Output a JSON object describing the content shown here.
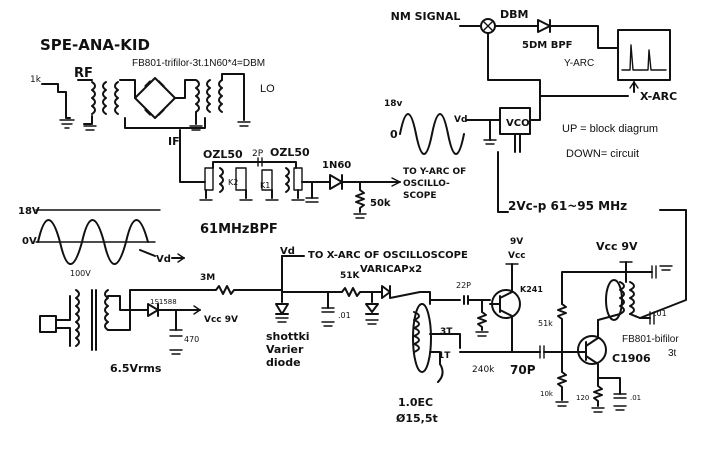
{
  "title": "SPE-ANA-KID",
  "top_circuit": {
    "rf_label": "RF",
    "rf_in": "1k",
    "transformer_note": "FB801-trifilor-3t.1N60*4=DBM",
    "lo_label": "LO",
    "if_label": "IF",
    "filter_left": "OZL50",
    "filter_right": "OZL50",
    "cap_2p": "2P",
    "k2_label": "K2",
    "k1_label": "K1",
    "diode": "1N60",
    "to_y_arc": "TO Y-ARC OF OSCILLO-SCOPE",
    "res_50k": "50k",
    "bpf_label": "61MHzBPF"
  },
  "block_diagram": {
    "signal": "NM SIGNAL",
    "dbm": "DBM",
    "bpf": "5DM BPF",
    "y_arc": "Y-ARC",
    "x_arc": "X-ARC",
    "vco": "VCO",
    "v_18": "18v",
    "v_0": "0",
    "vd": "Vd",
    "legend_up": "UP = block diagrum",
    "legend_down": "DOWN= circuit",
    "vco_range": "2Vc-p  61~95 MHz"
  },
  "lower_circuit": {
    "wave_18v": "18V",
    "wave_0v": "0V",
    "vd": "Vd",
    "vd_label": "Vd",
    "to_x_arc": "TO X-ARC OF OSCILLOSCOPE",
    "varicap": "VARICAPx2",
    "v100": "100V",
    "three_m": "3M",
    "diode_1s1588": "1S1588",
    "vcc_9v_left": "Vcc 9V",
    "cap_470": "470",
    "rms": "6.5Vrms",
    "r51k_top": "51K",
    "cap_01": ".01",
    "diode_note": "shottki Varier diode",
    "cap_22p": "22P",
    "v9": "9V",
    "vcc_mid": "Vcc",
    "fet": "K241",
    "r51k_right": "51k",
    "vcc_9v_right": "Vcc 9V",
    "coil_3t": "3T",
    "coil_1t": "1T",
    "r240k": "240k",
    "c70p": "70P",
    "transistor": "C1906",
    "fb801_bifilor": "FB801-bifilor",
    "bifilor_3t": "3t",
    "cap_01_right": ".01",
    "r10k": "10k",
    "r120": "120",
    "cap_01_bottom": ".01",
    "coil_spec1": "1.0EC",
    "coil_spec2": "Ø15,5t"
  }
}
